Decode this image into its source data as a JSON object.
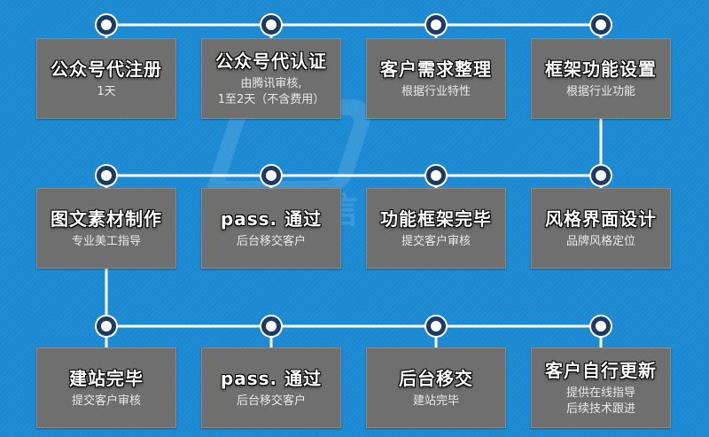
{
  "watermark": {
    "text": "启云信息"
  },
  "rows": [
    {
      "steps": [
        {
          "title": "公众号代注册",
          "sub": [
            "1天"
          ]
        },
        {
          "title": "公众号代认证",
          "sub": [
            "由腾讯审核,",
            "1至2天（不含费用）"
          ]
        },
        {
          "title": "客户需求整理",
          "sub": [
            "根据行业特性"
          ]
        },
        {
          "title": "框架功能设置",
          "sub": [
            "根据行业功能"
          ]
        }
      ]
    },
    {
      "steps": [
        {
          "title": "图文素材制作",
          "sub": [
            "专业美工指导"
          ]
        },
        {
          "title": "pass. 通过",
          "sub": [
            "后台移交客户"
          ]
        },
        {
          "title": "功能框架完毕",
          "sub": [
            "提交客户审核"
          ]
        },
        {
          "title": "风格界面设计",
          "sub": [
            "品牌风格定位"
          ]
        }
      ]
    },
    {
      "steps": [
        {
          "title": "建站完毕",
          "sub": [
            "提交客户审核"
          ]
        },
        {
          "title": "pass. 通过",
          "sub": [
            "后台移交客户"
          ]
        },
        {
          "title": "后台移交",
          "sub": [
            "建站完毕"
          ]
        },
        {
          "title": "客户自行更新",
          "sub": [
            "提供在线指导",
            "后续技术跟进"
          ]
        }
      ]
    }
  ]
}
